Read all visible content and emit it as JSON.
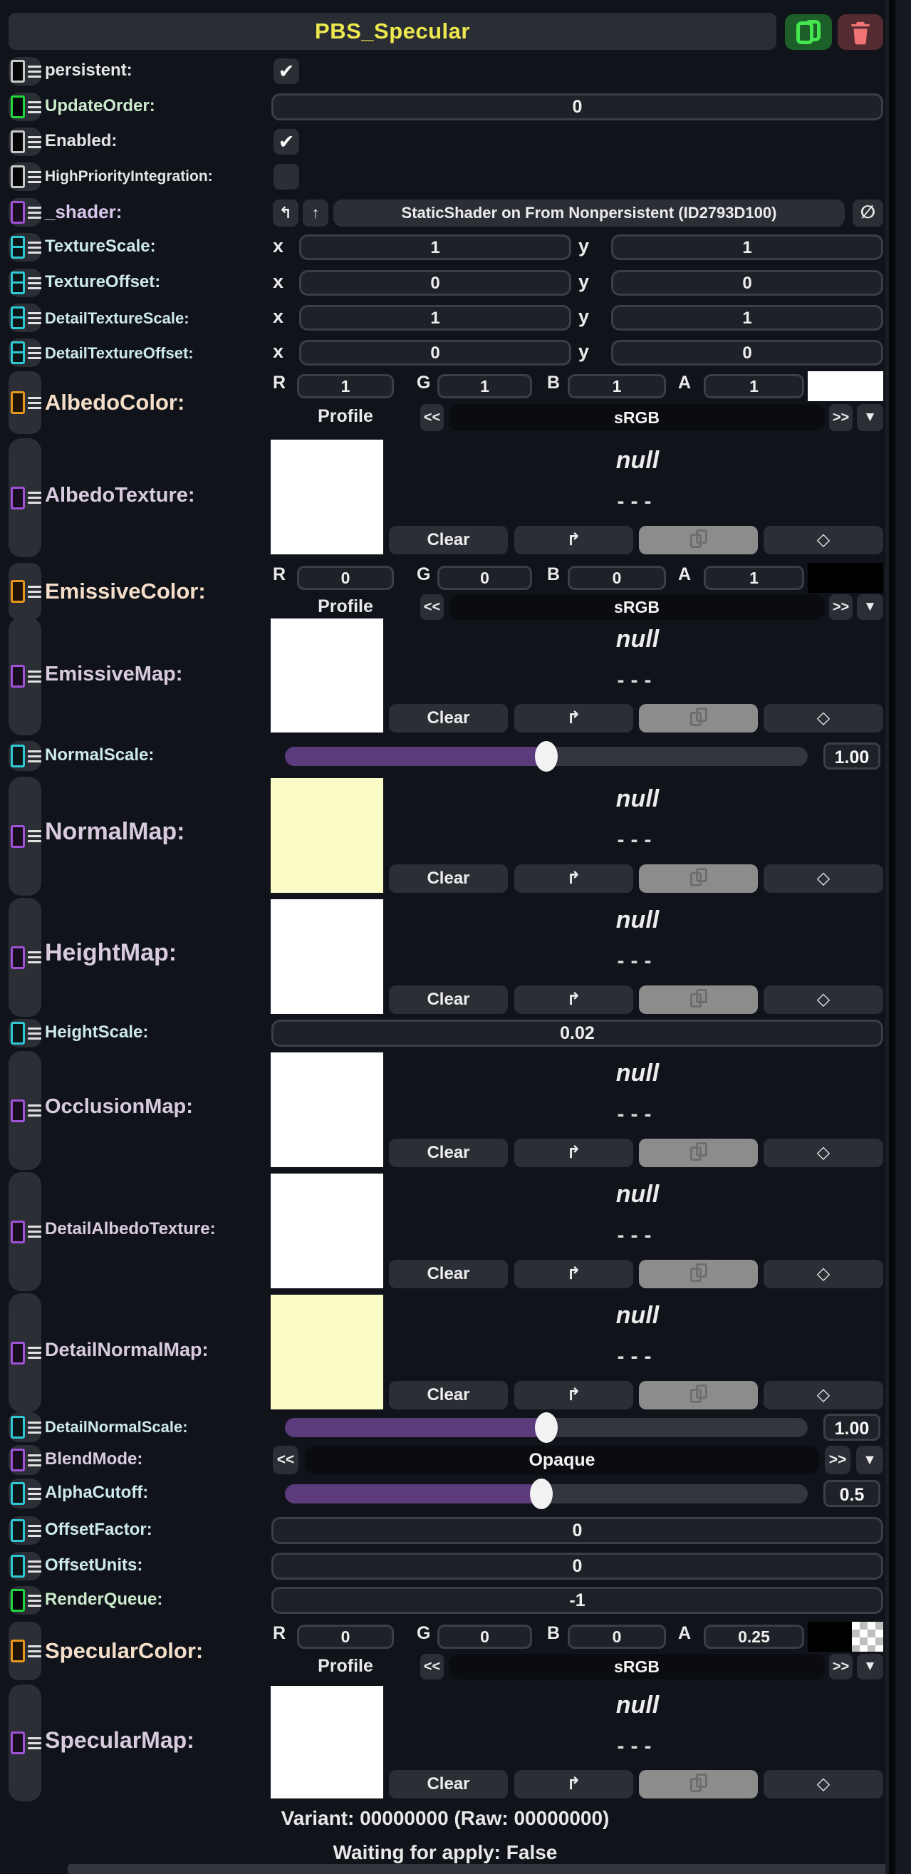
{
  "header": {
    "title": "PBS_Specular"
  },
  "icons": {
    "check": "✔",
    "undo_arrow": "↰",
    "up_arrow": "↑",
    "extract_arrow": "↱",
    "null_ref": "∅",
    "prev": "<<",
    "next": ">>",
    "dropdown": "▼",
    "tag": "◇"
  },
  "common": {
    "r": "R",
    "g": "G",
    "b": "B",
    "a": "A",
    "x": "x",
    "y": "y",
    "profile": "Profile",
    "clear": "Clear",
    "null": "null",
    "dashes": "---"
  },
  "fields": {
    "persistent": {
      "label": "persistent:",
      "checked": true
    },
    "update_order": {
      "label": "UpdateOrder:",
      "value": "0"
    },
    "enabled": {
      "label": "Enabled:",
      "checked": true
    },
    "high_priority_integration": {
      "label": "HighPriorityIntegration:",
      "checked": false
    },
    "shader": {
      "label": "_shader:",
      "reference": "StaticShader on From Nonpersistent (ID2793D100)"
    },
    "texture_scale": {
      "label": "TextureScale:",
      "x": "1",
      "y": "1"
    },
    "texture_offset": {
      "label": "TextureOffset:",
      "x": "0",
      "y": "0"
    },
    "detail_texture_scale": {
      "label": "DetailTextureScale:",
      "x": "1",
      "y": "1"
    },
    "detail_texture_offset": {
      "label": "DetailTextureOffset:",
      "x": "0",
      "y": "0"
    },
    "albedo_color": {
      "label": "AlbedoColor:",
      "r": "1",
      "g": "1",
      "b": "1",
      "a": "1",
      "profile": "sRGB",
      "swatch": "#FFFFFF"
    },
    "albedo_texture": {
      "label": "AlbedoTexture:",
      "value": "null",
      "swatch": "#FFFFFF"
    },
    "emissive_color": {
      "label": "EmissiveColor:",
      "r": "0",
      "g": "0",
      "b": "0",
      "a": "1",
      "profile": "sRGB",
      "swatch": "#000000"
    },
    "emissive_map": {
      "label": "EmissiveMap:",
      "value": "null",
      "swatch": "#FFFFFF"
    },
    "normal_scale": {
      "label": "NormalScale:",
      "value": "1.00"
    },
    "normal_map": {
      "label": "NormalMap:",
      "value": "null",
      "swatch": "#FBFBC8"
    },
    "height_map": {
      "label": "HeightMap:",
      "value": "null",
      "swatch": "#FFFFFF"
    },
    "height_scale": {
      "label": "HeightScale:",
      "value": "0.02"
    },
    "occlusion_map": {
      "label": "OcclusionMap:",
      "value": "null",
      "swatch": "#FFFFFF"
    },
    "detail_albedo_texture": {
      "label": "DetailAlbedoTexture:",
      "value": "null",
      "swatch": "#FFFFFF"
    },
    "detail_normal_map": {
      "label": "DetailNormalMap:",
      "value": "null",
      "swatch": "#FBFBC8"
    },
    "detail_normal_scale": {
      "label": "DetailNormalScale:",
      "value": "1.00"
    },
    "blend_mode": {
      "label": "BlendMode:",
      "value": "Opaque"
    },
    "alpha_cutoff": {
      "label": "AlphaCutoff:",
      "value": "0.5"
    },
    "offset_factor": {
      "label": "OffsetFactor:",
      "value": "0"
    },
    "offset_units": {
      "label": "OffsetUnits:",
      "value": "0"
    },
    "render_queue": {
      "label": "RenderQueue:",
      "value": "-1"
    },
    "specular_color": {
      "label": "SpecularColor:",
      "r": "0",
      "g": "0",
      "b": "0",
      "a": "0.25",
      "profile": "sRGB",
      "swatch": "#000000"
    },
    "specular_map": {
      "label": "SpecularMap:",
      "value": "null",
      "swatch": "#FFFFFF"
    }
  },
  "footer": {
    "variant": "Variant: 00000000 (Raw: 00000000)",
    "waiting": "Waiting for apply: False"
  },
  "colors": {
    "title_yellow": "#EDE94F",
    "accent_purple": "#5C3B7C",
    "duplicate_green": "#44E74F",
    "delete_red": "#F07474",
    "map_yellow": "#FBFBC8"
  }
}
